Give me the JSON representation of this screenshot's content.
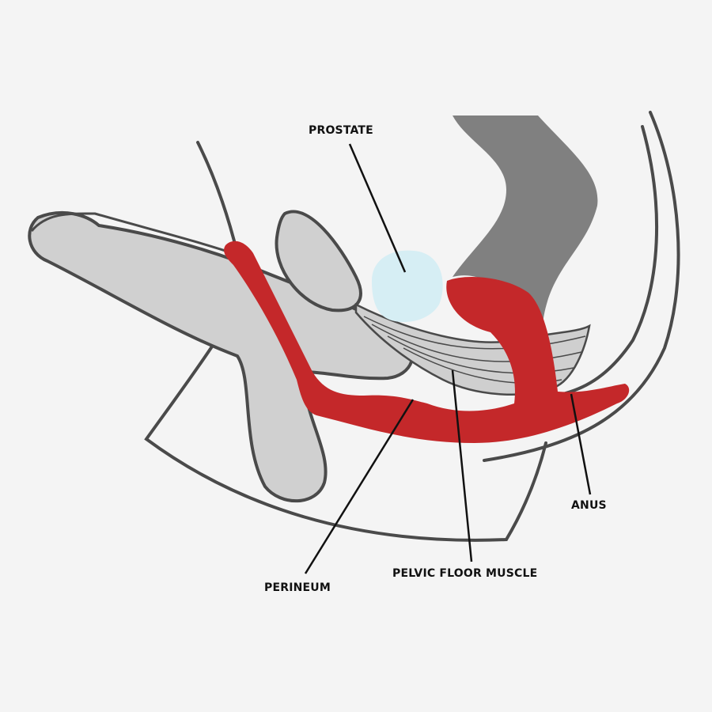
{
  "labels": {
    "prostate": "PROSTATE",
    "anus": "ANUS",
    "pelvic_floor_muscle": "PELVIC FLOOR MUSCLE",
    "perineum": "PERINEUM"
  },
  "colors": {
    "background": "#f4f4f4",
    "outline": "#4a4a4a",
    "organ_light": "#d0d0d0",
    "rectum": "#808080",
    "muscle_red": "#c4282a",
    "prostate": "#d6eef4"
  }
}
